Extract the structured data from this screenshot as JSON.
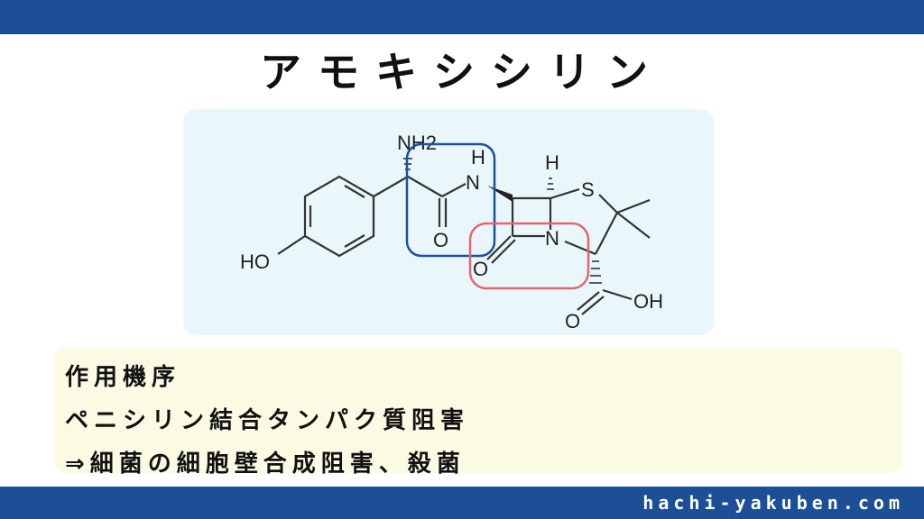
{
  "title": "アモキシシリン",
  "structure": {
    "labels": {
      "nh2": "NH2",
      "nh": "H",
      "n_amide": "N",
      "o_amide": "O",
      "h_top": "H",
      "s": "S",
      "n_ring": "N",
      "o_lactam": "O",
      "oh_carboxyl": "OH",
      "o_carboxyl": "O",
      "ho_phenol": "HO"
    },
    "highlight_colors": {
      "amide": "#1f4fa0",
      "beta_lactam": "#e06670"
    }
  },
  "mechanism": {
    "heading": "作用機序",
    "line1": "ペニシリン結合タンパク質阻害",
    "line2": "⇒細菌の細胞壁合成阻害、殺菌"
  },
  "footer": {
    "site": "hachi-yakuben.com"
  },
  "colors": {
    "bar": "#1d4f96",
    "panel": "#e9f7fb",
    "info_bg": "#fbfbe4"
  }
}
